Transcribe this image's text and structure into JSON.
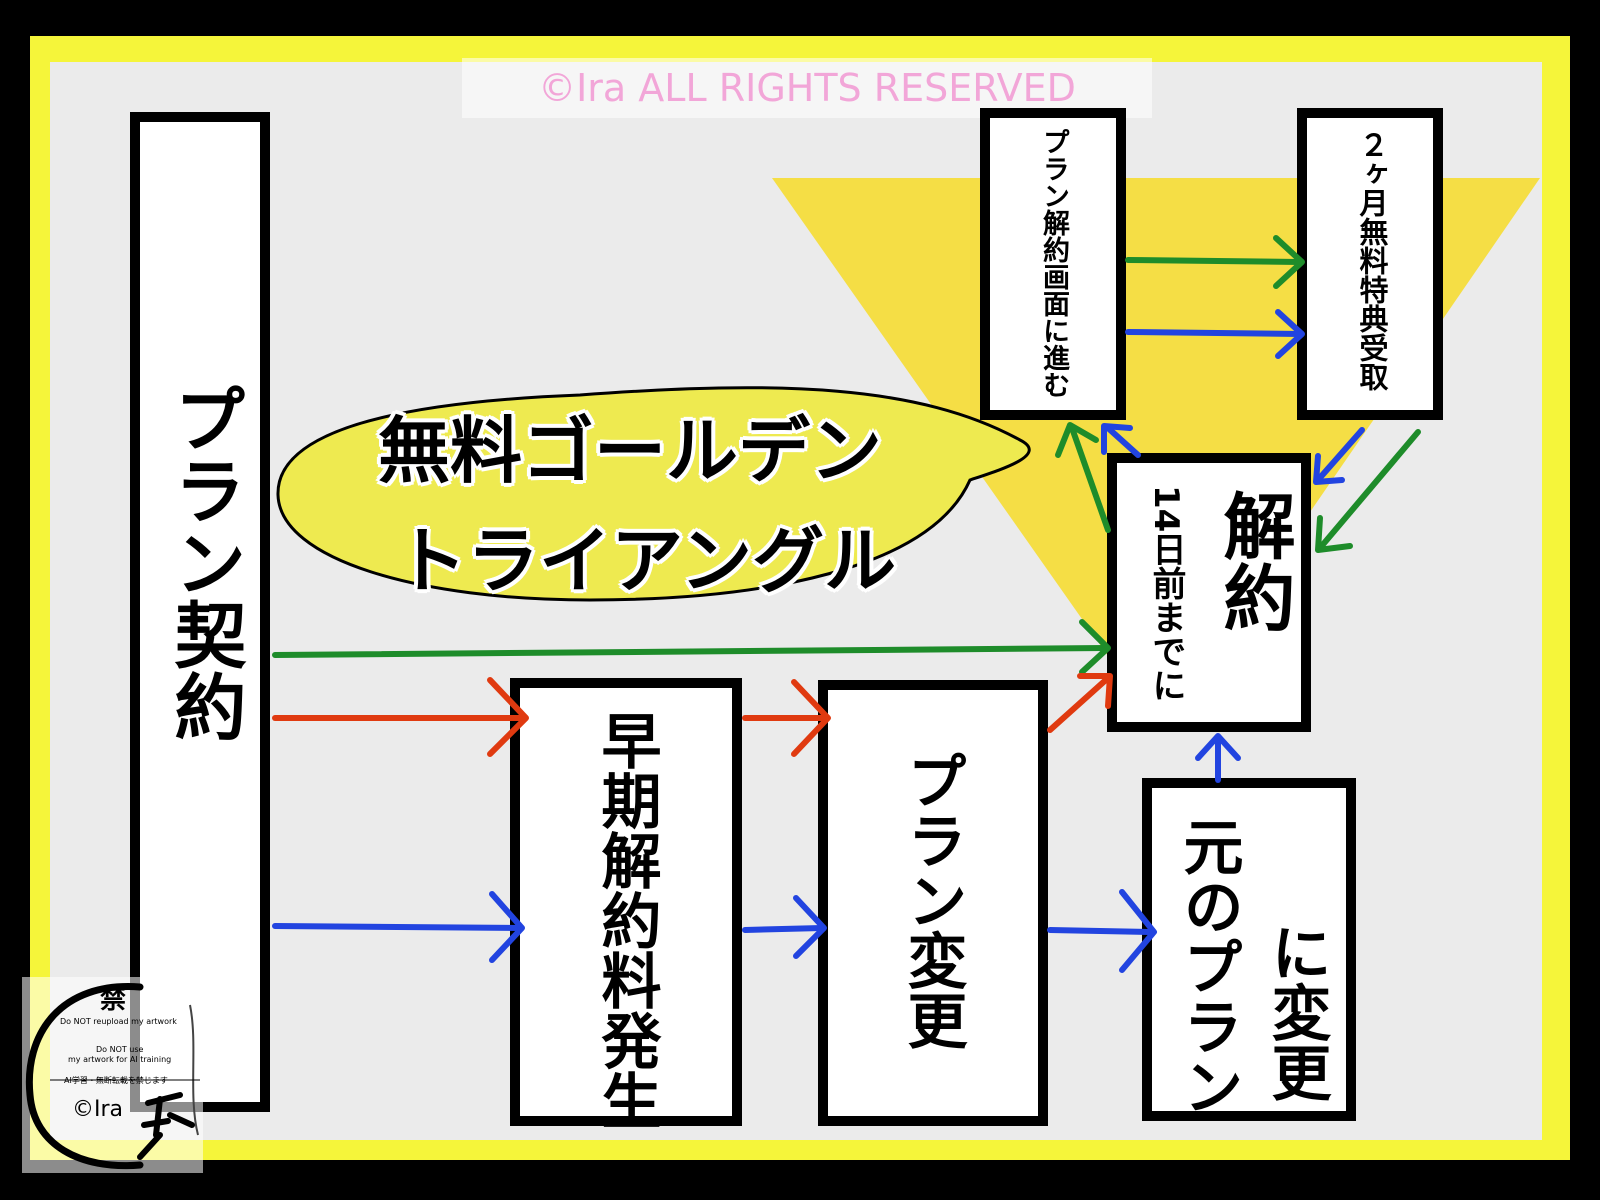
{
  "watermark": "©Ira ALL RIGHTS RESERVED",
  "bubble": {
    "line1": "無料ゴールデン",
    "line2": "トライアングル"
  },
  "boxes": {
    "contract": "プラン契約",
    "early_fee": "早期解約料発生",
    "plan_change": "プラン変更",
    "revert_col1": "元のプラン",
    "revert_col2": "に変更",
    "cancel_main": "解約",
    "cancel_sub": "14日前までに",
    "cancel_screen": "プラン解約画面に進む",
    "two_month": "２ヶ月無料特典受取"
  },
  "stamp": {
    "kanji": "禁",
    "line1": "Do NOT reupload my artwork",
    "line2": "Do NOT use",
    "line3": "my artwork for AI training",
    "line4": "AI学習・無断転載を禁じます",
    "sign": "©Ira"
  },
  "colors": {
    "green": "#1e8c2a",
    "red": "#e03a10",
    "blue": "#2244e0",
    "triangle": "#f5de45",
    "bubble": "#eeea50"
  }
}
